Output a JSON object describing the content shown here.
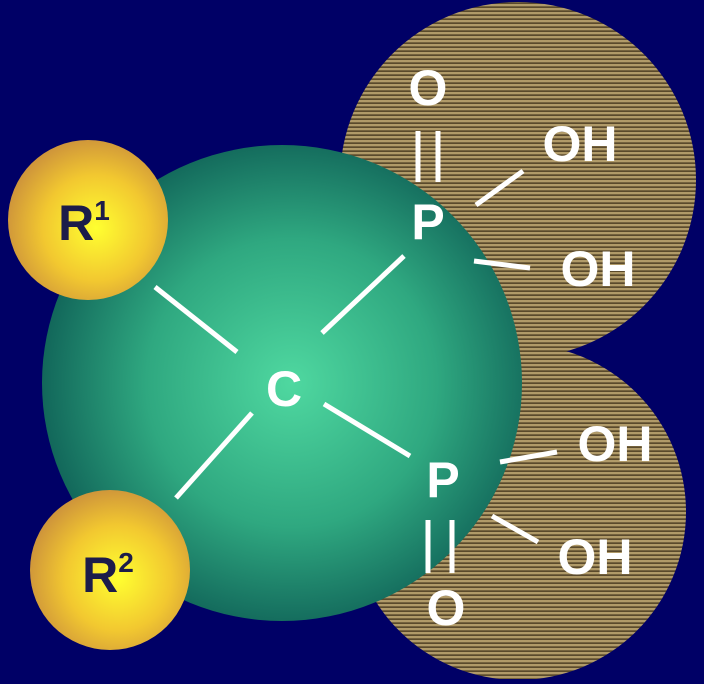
{
  "colors": {
    "background": "#000066",
    "central_sphere": "#2fb587",
    "substituent_sphere": "#f0c030",
    "phosphonate_region": "#8a7a50",
    "bond": "#ffffff",
    "atom_label": "#ffffff",
    "substituent_label": "#1c1c4a"
  },
  "atoms": {
    "carbon": "C",
    "p_top": "P",
    "p_bottom": "P",
    "o_top": "O",
    "o_bottom": "O",
    "oh_top_1": "OH",
    "oh_top_2": "OH",
    "oh_bottom_1": "OH",
    "oh_bottom_2": "OH",
    "r1_base": "R",
    "r1_sup": "1",
    "r2_base": "R",
    "r2_sup": "2"
  }
}
